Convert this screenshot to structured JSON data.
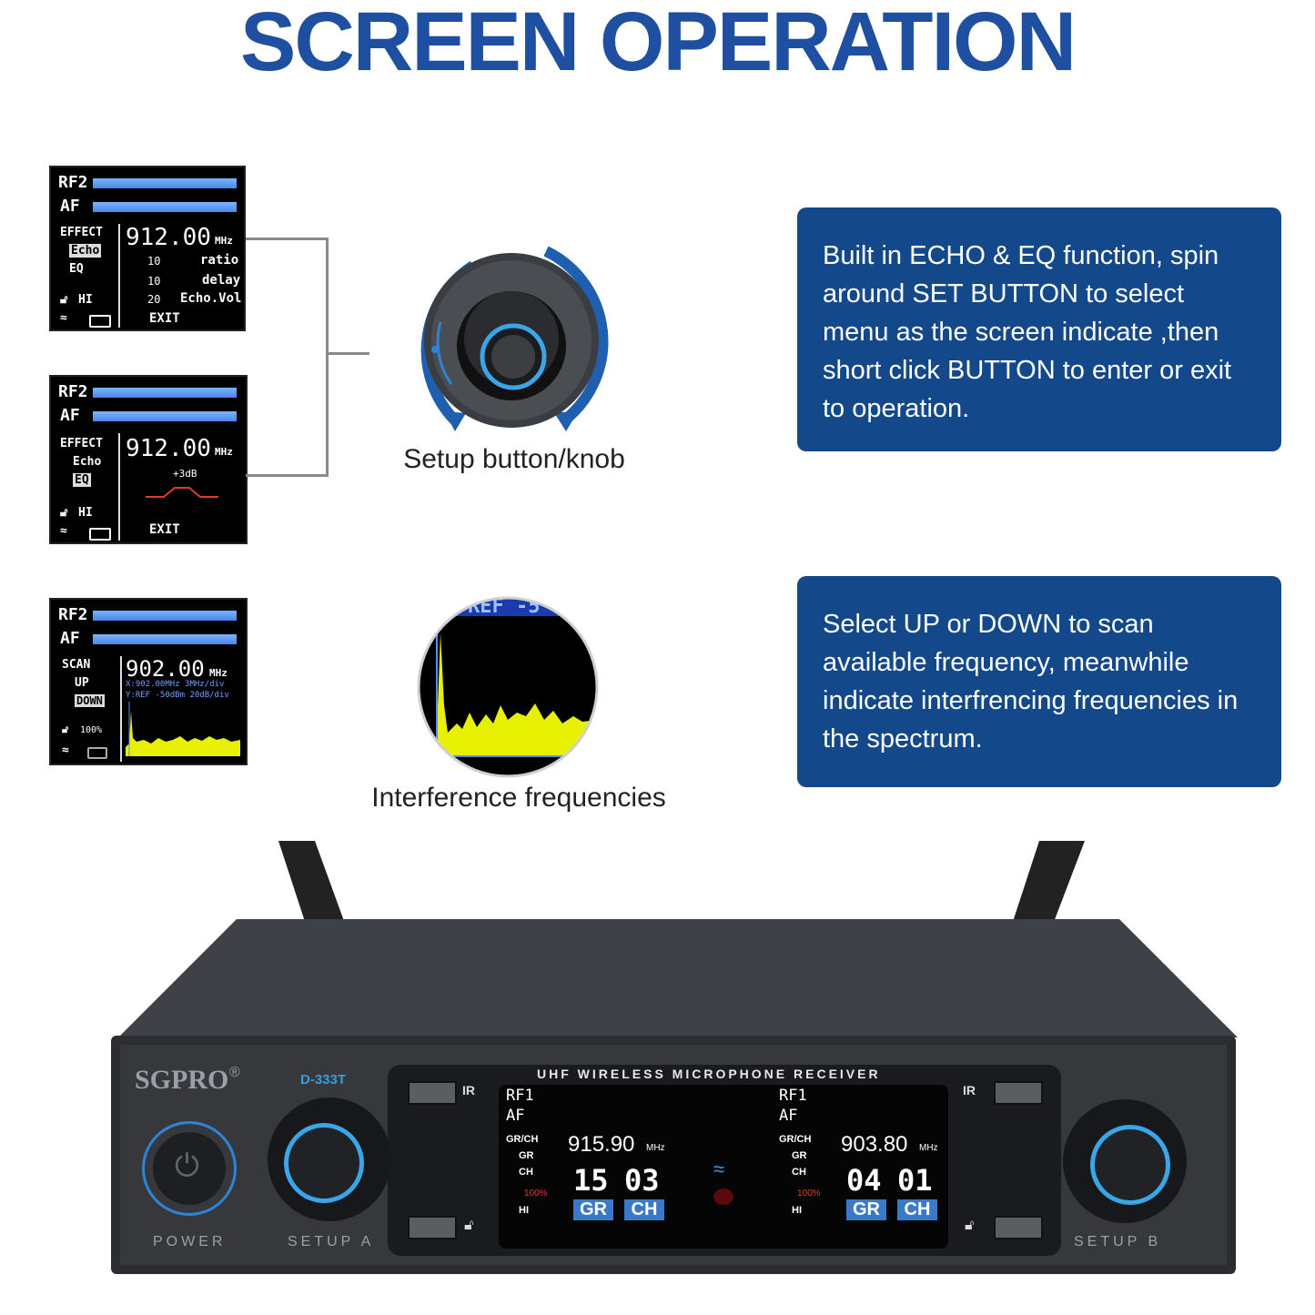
{
  "title": "SCREEN OPERATION",
  "screens": {
    "s1": {
      "rf": "RF2",
      "af": "AF",
      "menu": [
        "EFFECT",
        "Echo",
        "EQ"
      ],
      "freq": "912.00",
      "unit": "MHz",
      "params": [
        {
          "num": "10",
          "label": "ratio"
        },
        {
          "num": "10",
          "label": "delay"
        },
        {
          "num": "20",
          "label": "Echo.Vol"
        }
      ],
      "status": "HI",
      "exit": "EXIT"
    },
    "s2": {
      "rf": "RF2",
      "af": "AF",
      "menu": [
        "EFFECT",
        "Echo",
        "EQ"
      ],
      "freq": "912.00",
      "unit": "MHz",
      "eq": "+3dB",
      "status": "HI",
      "exit": "EXIT"
    },
    "s3": {
      "rf": "RF2",
      "af": "AF",
      "menu": [
        "SCAN",
        "UP",
        "DOWN"
      ],
      "freq": "902.00",
      "unit": "MHz",
      "line1": "X:902.00MHz 3MHz/div",
      "line2": "Y:REF -50dBm 20dB/div",
      "battery": "100%"
    }
  },
  "captions": {
    "knob": "Setup button/knob",
    "spectrum": "Interference frequencies"
  },
  "info": {
    "box1": "Built in ECHO & EQ function, spin around SET BUTTON to select menu as the screen indicate ,then short click BUTTON to enter or exit to operation.",
    "box2": "Select UP or DOWN to scan available frequency, meanwhile indicate interfrencing frequencies in the spectrum."
  },
  "receiver": {
    "brand": "SGPRO",
    "brand_mark": "®",
    "model": "D-333T",
    "header": "UHF WIRELESS MICROPHONE RECEIVER",
    "ir": "IR",
    "power_label": "POWER",
    "setup_a": "SETUP A",
    "setup_b": "SETUP B",
    "ch_a": {
      "rf": "RF1",
      "af": "AF",
      "menu": [
        "GR/CH",
        "GR",
        "CH"
      ],
      "freq": "915.90",
      "unit": "MHz",
      "gr": "15",
      "ch": "03",
      "gr_label": "GR",
      "ch_label": "CH",
      "batt": "100%",
      "hi": "HI"
    },
    "ch_b": {
      "rf": "RF1",
      "af": "AF",
      "menu": [
        "GR/CH",
        "GR",
        "CH"
      ],
      "freq": "903.80",
      "unit": "MHz",
      "gr": "04",
      "ch": "01",
      "gr_label": "GR",
      "ch_label": "CH",
      "batt": "100%",
      "hi": "HI"
    }
  },
  "colors": {
    "title": "#1e4fa0",
    "box": "#13498a",
    "accent": "#3a9be0",
    "spectrum": "#e6f000"
  }
}
